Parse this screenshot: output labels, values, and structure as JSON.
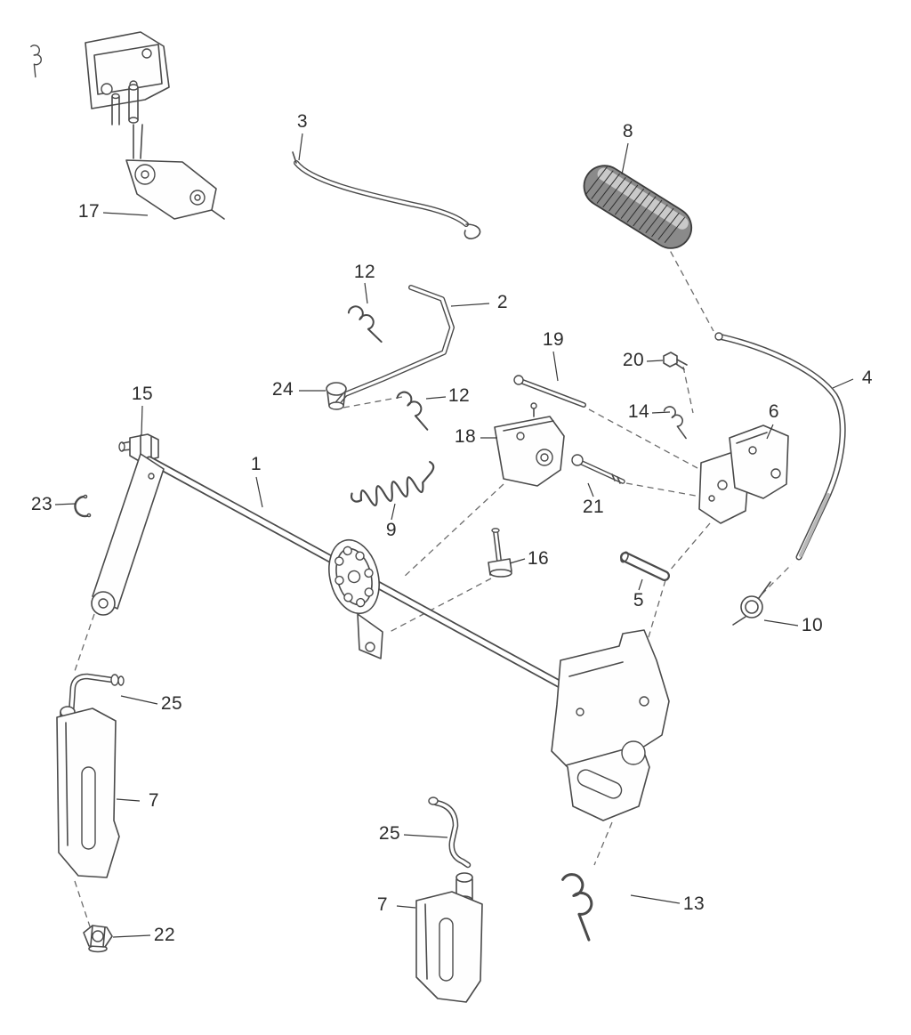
{
  "diagram": {
    "background": "#ffffff",
    "line_color": "#4a4a4a",
    "grip_color": "#8a8a8a",
    "callouts": [
      {
        "label": "3"
      },
      {
        "label": "8"
      },
      {
        "label": "17"
      },
      {
        "label": "12"
      },
      {
        "label": "2"
      },
      {
        "label": "19"
      },
      {
        "label": "20"
      },
      {
        "label": "4"
      },
      {
        "label": "24"
      },
      {
        "label": "12"
      },
      {
        "label": "15"
      },
      {
        "label": "14"
      },
      {
        "label": "6"
      },
      {
        "label": "18"
      },
      {
        "label": "1"
      },
      {
        "label": "23"
      },
      {
        "label": "21"
      },
      {
        "label": "9"
      },
      {
        "label": "16"
      },
      {
        "label": "5"
      },
      {
        "label": "10"
      },
      {
        "label": "25"
      },
      {
        "label": "7"
      },
      {
        "label": "25"
      },
      {
        "label": "7"
      },
      {
        "label": "22"
      },
      {
        "label": "13"
      }
    ]
  }
}
